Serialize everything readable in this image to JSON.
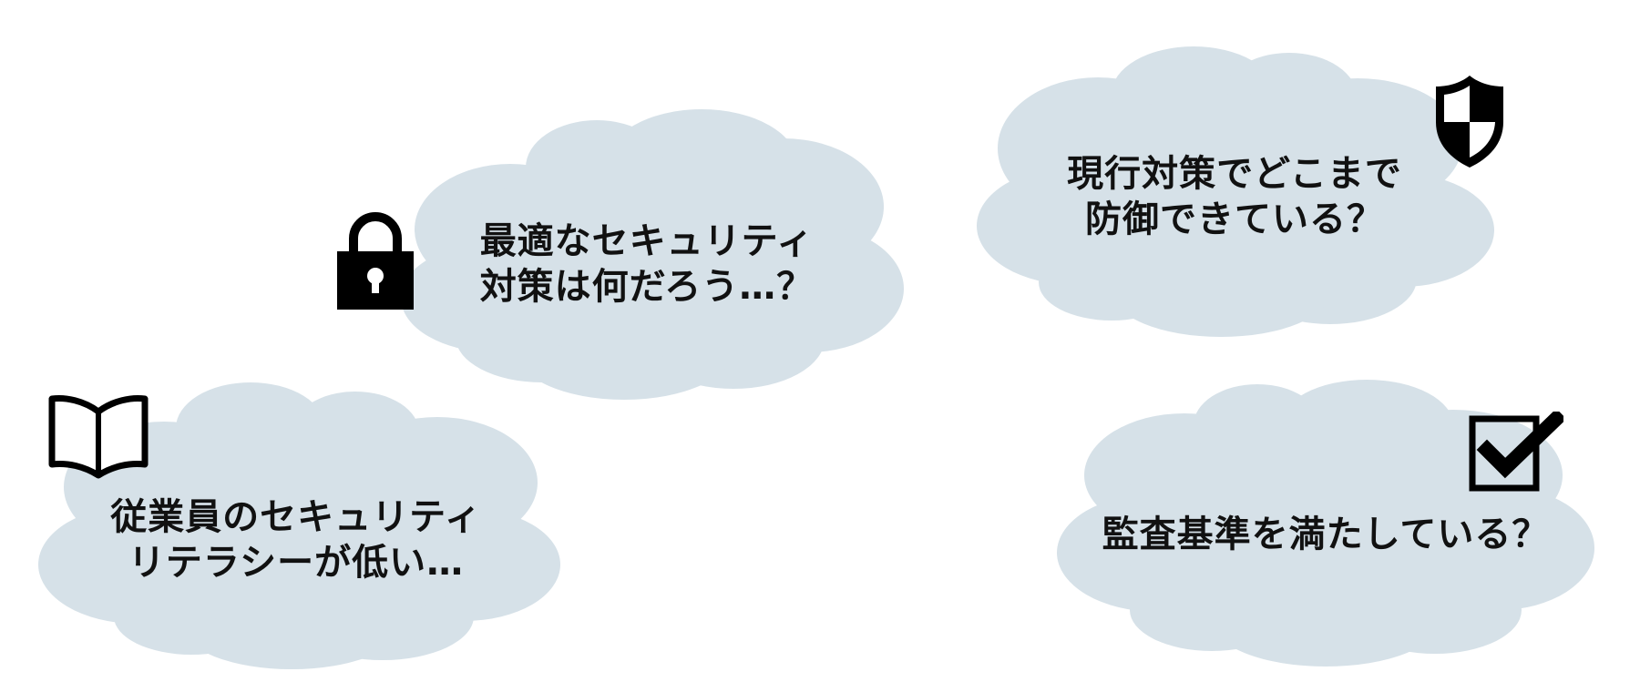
{
  "colors": {
    "cloud_fill": "#d6e1e8",
    "text": "#111111",
    "icon": "#000000",
    "background": "#ffffff"
  },
  "clouds": [
    {
      "name": "security-measures",
      "lines": [
        "最適なセキュリティ",
        "対策は何だろう…？"
      ],
      "icon": "padlock-icon"
    },
    {
      "name": "current-defense",
      "lines": [
        "現行対策でどこまで",
        "防御できている？"
      ],
      "icon": "shield-icon"
    },
    {
      "name": "literacy",
      "lines": [
        "従業員のセキュリティ",
        "リテラシーが低い…"
      ],
      "icon": "open-book-icon"
    },
    {
      "name": "audit",
      "lines": [
        "監査基準を満たしている？"
      ],
      "icon": "checkbox-icon"
    }
  ]
}
